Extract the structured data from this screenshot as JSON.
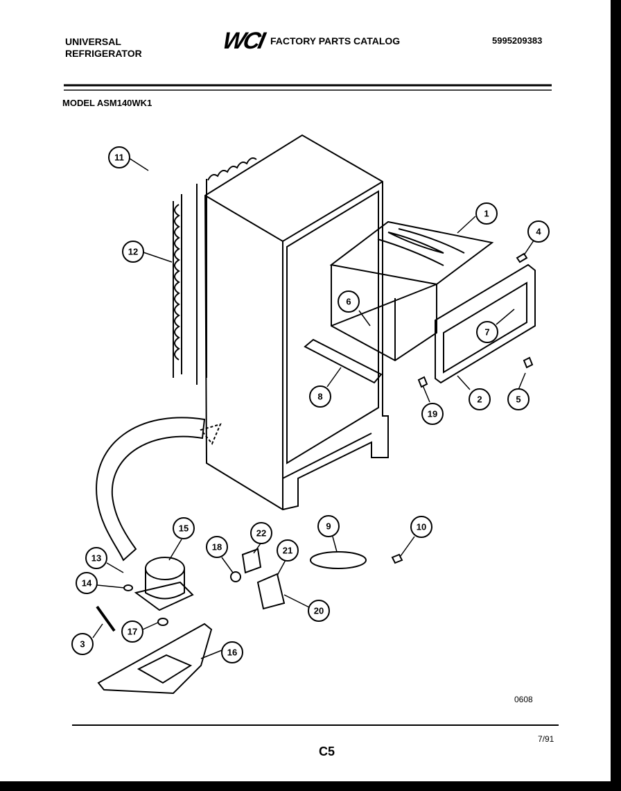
{
  "header": {
    "brand_line1": "UNIVERSAL",
    "brand_line2": "REFRIGERATOR",
    "logo": "WCI",
    "catalog_title": "FACTORY PARTS CATALOG",
    "part_number": "5995209383",
    "model_label": "MODEL ASM140WK1"
  },
  "callouts": [
    "1",
    "2",
    "3",
    "4",
    "5",
    "6",
    "7",
    "8",
    "9",
    "10",
    "11",
    "12",
    "13",
    "14",
    "15",
    "16",
    "17",
    "18",
    "19",
    "20",
    "21",
    "22"
  ],
  "footer": {
    "drawing_code": "0608",
    "date": "7/91",
    "page": "C5"
  }
}
